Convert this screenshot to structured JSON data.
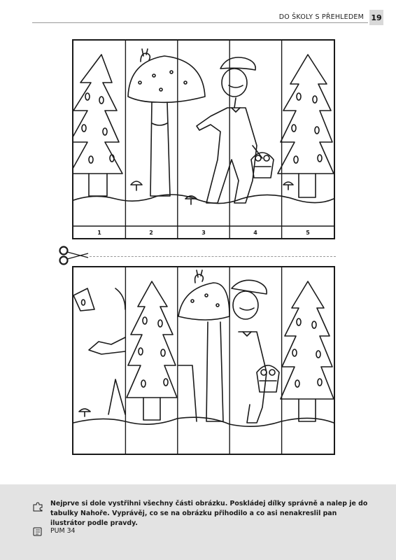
{
  "header": {
    "title": "DO ŠKOLY S PŘEHLEDEM",
    "page_number": "19"
  },
  "top_puzzle": {
    "strip_numbers": [
      "1",
      "2",
      "3",
      "4",
      "5"
    ]
  },
  "instructions": {
    "text": "Nejprve si dole vystřihni všechny části obrázku. Poskládej dílky správně a nalep je do tabulky Nahoře. Vyprávěj, co se na obrázku přihodilo a co asi nenakreslil pan ilustrátor podle pravdy.",
    "reference": "PUM 34"
  },
  "icons": {
    "scissors": "scissors-icon",
    "instructions": "puzzle-icon",
    "reference": "notebook-icon"
  }
}
